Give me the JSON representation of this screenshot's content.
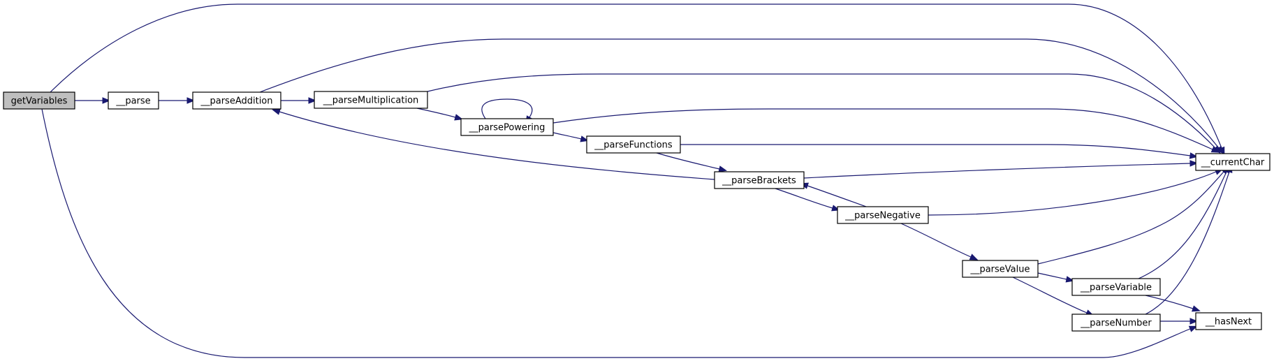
{
  "diagram": {
    "type": "call-graph",
    "root": "getVariables",
    "node_fill": "#ffffff",
    "root_fill": "#bfbfbf",
    "edge_color": "#191970",
    "nodes": [
      {
        "id": "getVariables",
        "label": "getVariables"
      },
      {
        "id": "parse",
        "label": "__parse"
      },
      {
        "id": "parseAddition",
        "label": "__parseAddition"
      },
      {
        "id": "parseMultiplication",
        "label": "__parseMultiplication"
      },
      {
        "id": "parsePowering",
        "label": "__parsePowering"
      },
      {
        "id": "parseFunctions",
        "label": "__parseFunctions"
      },
      {
        "id": "parseBrackets",
        "label": "__parseBrackets"
      },
      {
        "id": "parseNegative",
        "label": "__parseNegative"
      },
      {
        "id": "parseValue",
        "label": "__parseValue"
      },
      {
        "id": "parseVariable",
        "label": "__parseVariable"
      },
      {
        "id": "parseNumber",
        "label": "__parseNumber"
      },
      {
        "id": "currentChar",
        "label": "__currentChar"
      },
      {
        "id": "hasNext",
        "label": "__hasNext"
      }
    ],
    "edges": [
      {
        "from": "getVariables",
        "to": "parse"
      },
      {
        "from": "getVariables",
        "to": "currentChar"
      },
      {
        "from": "getVariables",
        "to": "hasNext"
      },
      {
        "from": "parse",
        "to": "parseAddition"
      },
      {
        "from": "parseAddition",
        "to": "parseMultiplication"
      },
      {
        "from": "parseAddition",
        "to": "currentChar"
      },
      {
        "from": "parseMultiplication",
        "to": "parsePowering"
      },
      {
        "from": "parseMultiplication",
        "to": "currentChar"
      },
      {
        "from": "parsePowering",
        "to": "parsePowering"
      },
      {
        "from": "parsePowering",
        "to": "parseFunctions"
      },
      {
        "from": "parsePowering",
        "to": "currentChar"
      },
      {
        "from": "parseFunctions",
        "to": "parseBrackets"
      },
      {
        "from": "parseFunctions",
        "to": "currentChar"
      },
      {
        "from": "parseBrackets",
        "to": "parseAddition"
      },
      {
        "from": "parseBrackets",
        "to": "parseNegative"
      },
      {
        "from": "parseBrackets",
        "to": "currentChar"
      },
      {
        "from": "parseNegative",
        "to": "parseBrackets"
      },
      {
        "from": "parseNegative",
        "to": "parseValue"
      },
      {
        "from": "parseNegative",
        "to": "currentChar"
      },
      {
        "from": "parseValue",
        "to": "parseVariable"
      },
      {
        "from": "parseValue",
        "to": "parseNumber"
      },
      {
        "from": "parseValue",
        "to": "currentChar"
      },
      {
        "from": "parseVariable",
        "to": "currentChar"
      },
      {
        "from": "parseVariable",
        "to": "hasNext"
      },
      {
        "from": "parseNumber",
        "to": "currentChar"
      },
      {
        "from": "parseNumber",
        "to": "hasNext"
      }
    ]
  }
}
